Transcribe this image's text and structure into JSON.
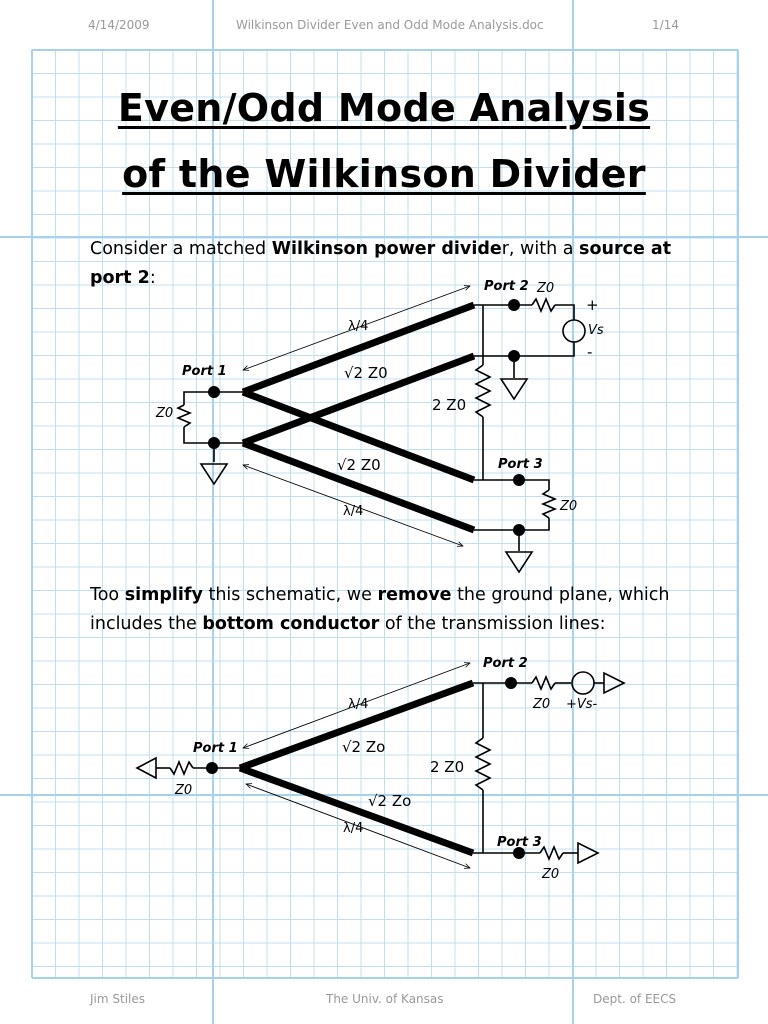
{
  "header": {
    "date": "4/14/2009",
    "filename": "Wilkinson Divider Even and Odd Mode Analysis.doc",
    "page": "1/14"
  },
  "title": {
    "line1": "Even/Odd Mode Analysis",
    "line2": "of the Wilkinson Divider"
  },
  "paragraph1": {
    "t1": "Consider a matched ",
    "b1": "Wilkinson power divide",
    "t2": "r, with a ",
    "b2": "source at",
    "b3": "port 2",
    "t3": ":"
  },
  "paragraph2": {
    "t1": "Too ",
    "b1": "simplify",
    "t2": " this schematic, we ",
    "b2": "remove",
    "t3": " the ground plane, which",
    "t4": "includes the ",
    "b3": "bottom conductor",
    "t5": " of the transmission lines:"
  },
  "diagram1": {
    "port1": "Port 1",
    "port2": "Port 2",
    "port3": "Port 3",
    "z0": "Z0",
    "line_impedance_upper": "√2 Z0",
    "line_impedance_lower": "√2 Z0",
    "resistor": "2 Z0",
    "length_upper": "λ/4",
    "length_lower": "λ/4",
    "source": "Vs",
    "plus": "+",
    "minus": "-"
  },
  "diagram2": {
    "port1": "Port 1",
    "port2": "Port 2",
    "port3": "Port 3",
    "z0": "Z0",
    "line_impedance_upper": "√2 Zo",
    "line_impedance_lower": "√2 Zo",
    "resistor": "2 Z0",
    "length_upper": "λ/4",
    "length_lower": "λ/4",
    "source": "+Vs-"
  },
  "footer": {
    "author": "Jim Stiles",
    "university": "The Univ. of Kansas",
    "dept": "Dept. of EECS"
  },
  "colors": {
    "grid": "#bfe0f2",
    "grid_major": "#a6d2ec",
    "ink": "#000000",
    "header_text": "#999999"
  }
}
